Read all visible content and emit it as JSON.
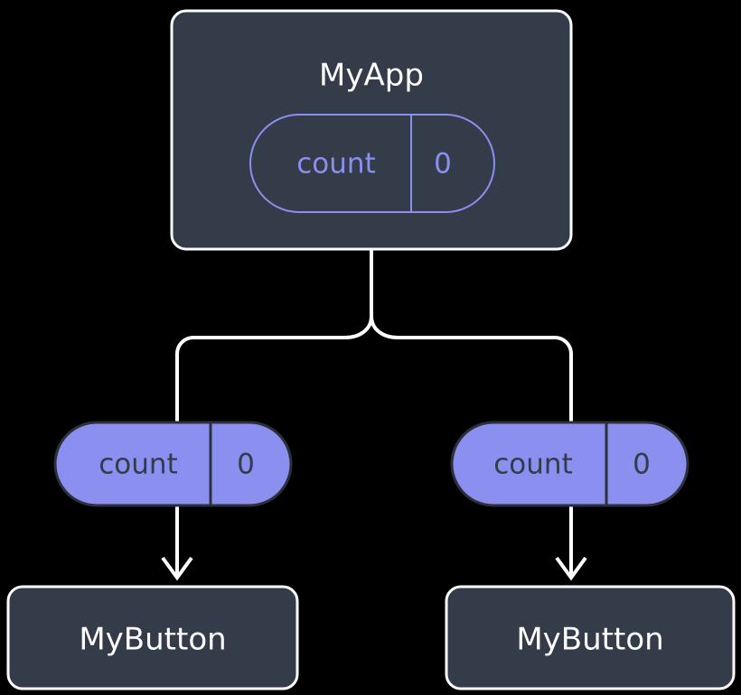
{
  "diagram": {
    "type": "component-tree",
    "background_color": "#000000",
    "colors": {
      "node_fill": "#343b49",
      "node_border": "#ffffff",
      "node_text": "#ffffff",
      "state_accent": "#8a8ff0",
      "state_filled_text": "#343b49",
      "edge": "#ffffff"
    },
    "root": {
      "id": "myapp",
      "label": "MyApp",
      "state": {
        "key_label": "count",
        "value_label": "0",
        "style": "outlined"
      }
    },
    "branches": [
      {
        "id": "left-branch",
        "state": {
          "key_label": "count",
          "value_label": "0",
          "style": "filled"
        },
        "child": {
          "id": "mybutton-left",
          "label": "MyButton"
        }
      },
      {
        "id": "right-branch",
        "state": {
          "key_label": "count",
          "value_label": "0",
          "style": "filled"
        },
        "child": {
          "id": "mybutton-right",
          "label": "MyButton"
        }
      }
    ]
  }
}
